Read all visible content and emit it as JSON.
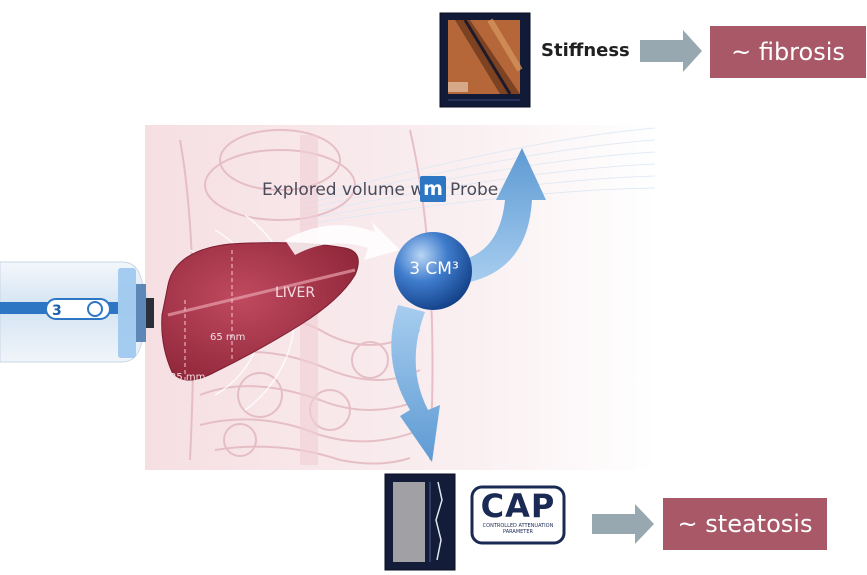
{
  "top": {
    "measure_label": "Stiffness",
    "result_label": "~ fibrosis"
  },
  "bottom": {
    "result_label": "~ steatosis"
  },
  "cap_logo": {
    "acronym": "CAP",
    "line1": "CONTROLLED ATTENUATION",
    "line2": "PARAMETER"
  },
  "probe": {
    "explored_text": "Explored volume with",
    "m_badge": "m",
    "probe_word": "Probe"
  },
  "volume": {
    "label": "3 CM³"
  },
  "organ": {
    "label": "LIVER",
    "depth_25": "25 mm",
    "depth_65": "65 mm"
  },
  "colors": {
    "result_box": "#a85867",
    "arrow_gray": "#97a8b0",
    "liver": "#a83448",
    "sphere": "#2a62b0",
    "flow_arrow": "#7fb3e0"
  },
  "icons": [
    "elastography-image-icon",
    "cap-scan-image-icon",
    "ultrasound-probe-icon",
    "volume-sphere-icon"
  ]
}
